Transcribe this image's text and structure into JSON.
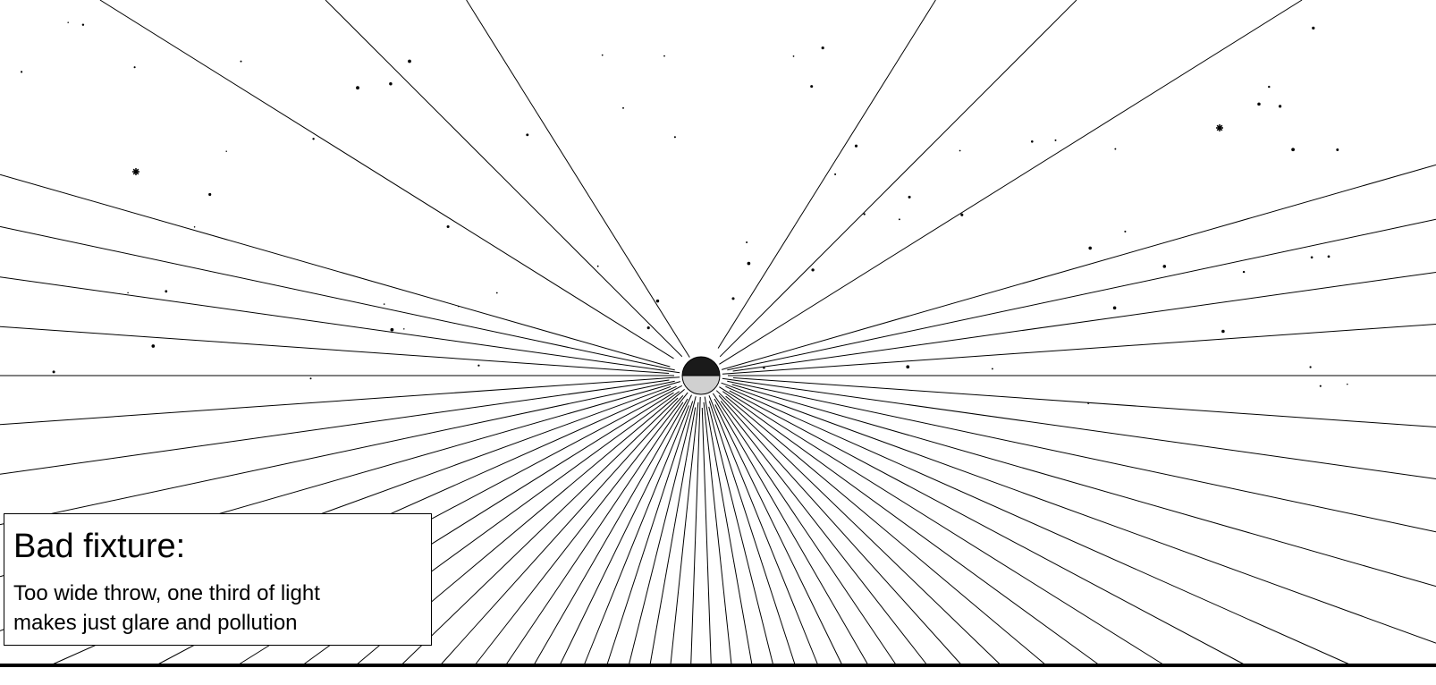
{
  "caption": {
    "title": "Bad fixture:",
    "lines": [
      "Too wide throw, one third of light",
      "makes just glare and pollution"
    ]
  },
  "diagram": {
    "fixture": {
      "housing_color": "#1a1a1a",
      "lens_color": "#d0d0d0"
    },
    "ray_color": "#000000",
    "ground_color": "#000000"
  }
}
